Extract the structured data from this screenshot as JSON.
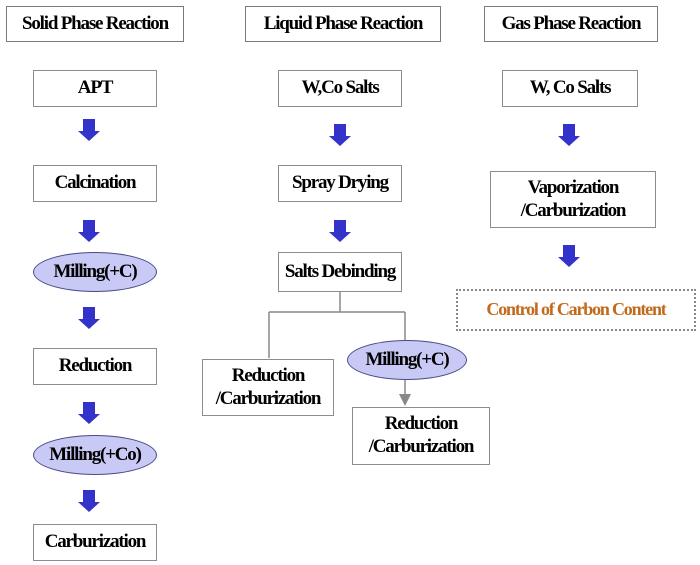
{
  "columns": {
    "solid": {
      "header": "Solid Phase Reaction",
      "steps": [
        "APT",
        "Calcination",
        "Milling(+C)",
        "Reduction",
        "Milling(+Co)",
        "Carburization"
      ]
    },
    "liquid": {
      "header": "Liquid Phase Reaction",
      "steps": [
        "W,Co Salts",
        "Spray Drying",
        "Salts Debinding"
      ],
      "branch_left": "Reduction\n/Carburization",
      "branch_right": "Milling(+C)",
      "branch_right_result": "Reduction\n/Carburization"
    },
    "gas": {
      "header": "Gas Phase Reaction",
      "steps": [
        "W, Co Salts",
        "Vaporization\n/Carburization"
      ],
      "control": "Control of Carbon Content"
    }
  },
  "colors": {
    "arrow_fill": "#3333cc",
    "oval_fill": "#c9c9f5",
    "control_text": "#c26a1b",
    "connector": "#888888"
  }
}
